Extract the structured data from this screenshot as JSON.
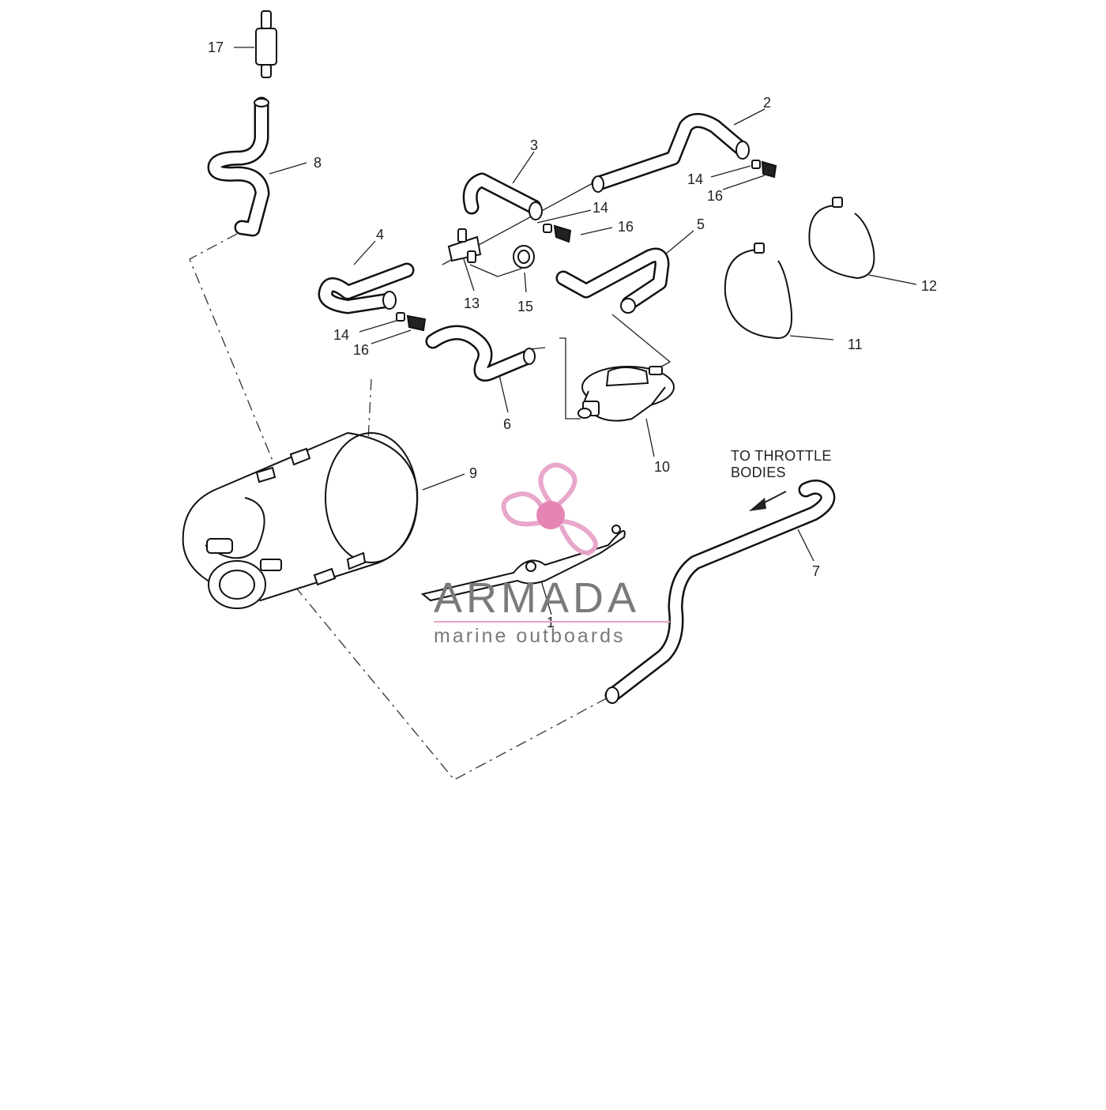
{
  "callouts": {
    "c1": "1",
    "c2": "2",
    "c3": "3",
    "c4": "4",
    "c5": "5",
    "c6": "6",
    "c7": "7",
    "c8": "8",
    "c9": "9",
    "c10": "10",
    "c11": "11",
    "c12": "12",
    "c13": "13",
    "c14a": "14",
    "c14b": "14",
    "c14c": "14",
    "c15": "15",
    "c16a": "16",
    "c16b": "16",
    "c16c": "16",
    "c17": "17"
  },
  "annotation": {
    "line1": "TO THROTTLE",
    "line2": "BODIES"
  },
  "watermark": {
    "brand": "ARMADA",
    "tagline": "marine outboards",
    "logo_color": "#e8a3c9",
    "logo_hub_color": "#e57fb2",
    "underline_color": "#e8a3c9"
  }
}
